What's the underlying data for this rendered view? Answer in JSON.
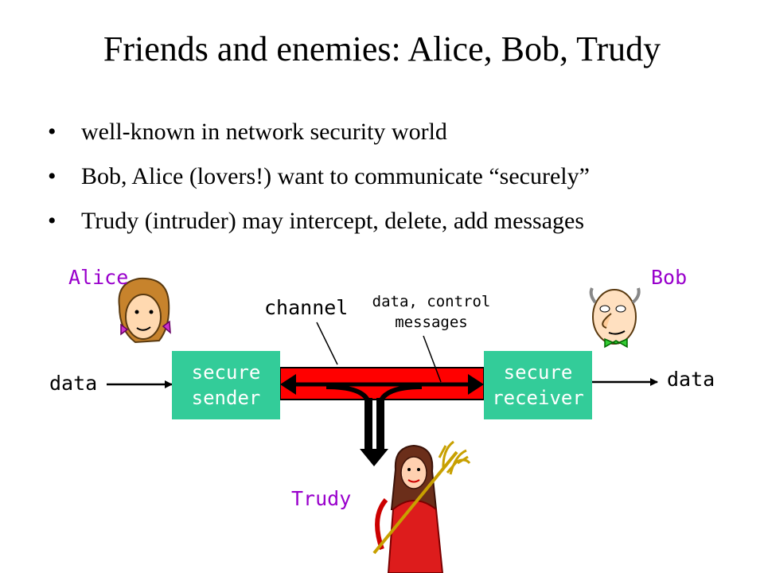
{
  "slide": {
    "title": "Friends and enemies: Alice, Bob, Trudy",
    "bullet_glyph": "•",
    "bullets": [
      "well-known in network security world",
      "Bob, Alice (lovers!) want to communicate “securely”",
      "Trudy (intruder) may intercept, delete, add messages"
    ]
  },
  "diagram": {
    "alice_label": "Alice",
    "bob_label": "Bob",
    "trudy_label": "Trudy",
    "channel_label": "channel",
    "messages_label_line1": "data, control",
    "messages_label_line2": "messages",
    "data_in_label": "data",
    "data_out_label": "data",
    "sender_line1": "secure",
    "sender_line2": "sender",
    "receiver_line1": "secure",
    "receiver_line2": "receiver",
    "colors": {
      "label_purple": "#9900cc",
      "box_green": "#33cc99",
      "channel_red": "#ff0000"
    },
    "icons": [
      "alice-figure",
      "bob-figure",
      "trudy-figure"
    ]
  }
}
